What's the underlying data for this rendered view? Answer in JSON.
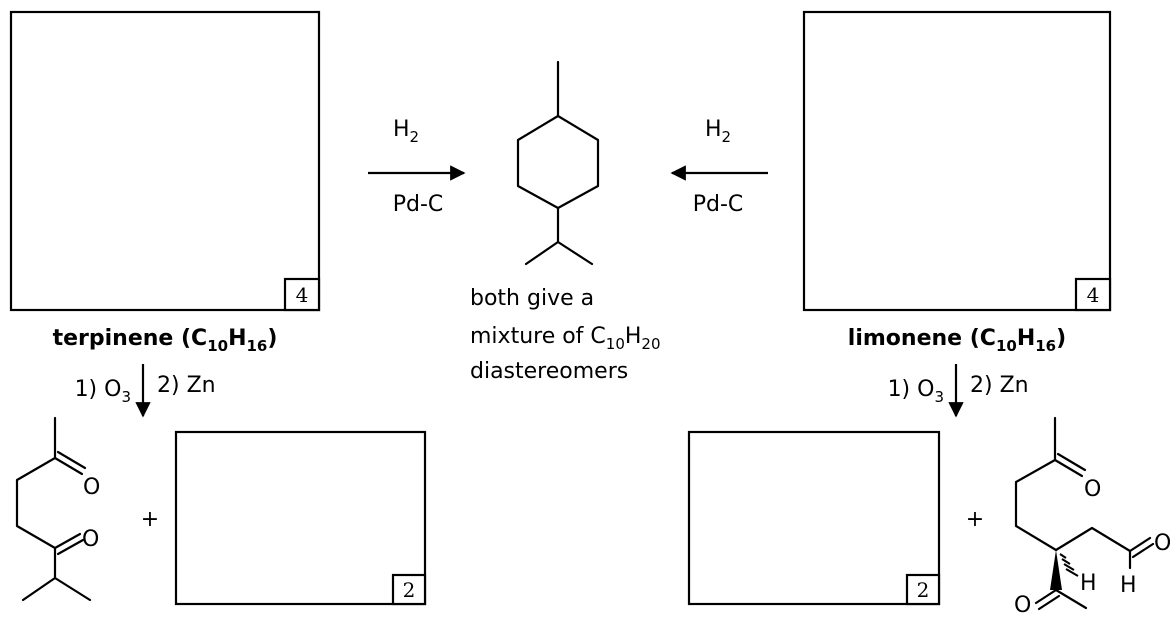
{
  "left_compound": {
    "name": "terpinene",
    "formula": {
      "open": " (C",
      "c_count": "10",
      "h": "H",
      "h_count": "16",
      "close": ")"
    },
    "points": "4"
  },
  "right_compound": {
    "name": "limonene",
    "formula": {
      "open": " (C",
      "c_count": "10",
      "h": "H",
      "h_count": "16",
      "close": ")"
    },
    "points": "4"
  },
  "hydrogenation": {
    "reagent_top": {
      "base": "H",
      "sub": "2"
    },
    "reagent_bottom": "Pd-C"
  },
  "note": {
    "line1": "both give a",
    "line2_pre": "mixture of C",
    "line2_sub1": "10",
    "line2_mid": "H",
    "line2_sub2": "20",
    "line3": "diastereomers"
  },
  "ozonolysis": {
    "step1_pre": "1) O",
    "step1_sub": "3",
    "step2": "2) Zn"
  },
  "left_product_box": {
    "points": "2"
  },
  "right_product_box": {
    "points": "2"
  },
  "plus": "+",
  "atoms": {
    "oxygen": "O",
    "hydrogen": "H"
  }
}
